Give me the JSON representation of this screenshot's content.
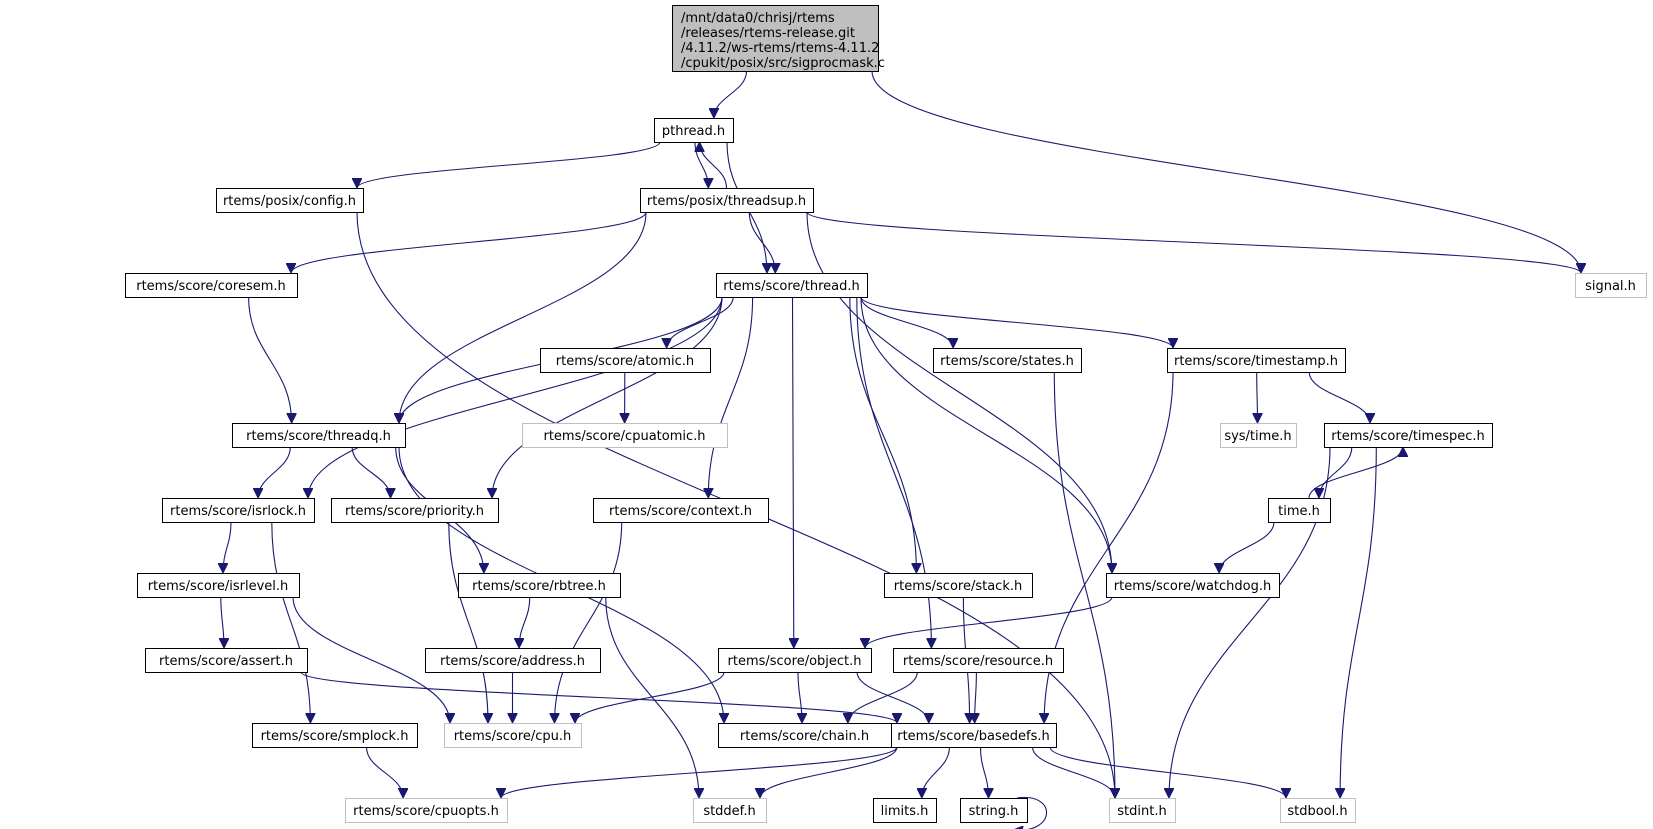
{
  "title": "Include dependency graph for sigprocmask.c",
  "colors": {
    "edge": "#191970",
    "root_fill": "#bfbfbf",
    "node_border": "#000000",
    "external_border": "#bfbfbf"
  },
  "root": {
    "id": "root",
    "lines": [
      "/mnt/data0/chrisj/rtems",
      "/releases/rtems-release.git",
      "/4.11.2/ws-rtems/rtems-4.11.2",
      "/cpukit/posix/src/sigprocmask.c"
    ]
  },
  "nodes": [
    {
      "id": "pthread",
      "label": "pthread.h",
      "external": false
    },
    {
      "id": "posix_config",
      "label": "rtems/posix/config.h",
      "external": false
    },
    {
      "id": "threadsup",
      "label": "rtems/posix/threadsup.h",
      "external": false
    },
    {
      "id": "signal",
      "label": "signal.h",
      "external": true
    },
    {
      "id": "coresem",
      "label": "rtems/score/coresem.h",
      "external": false
    },
    {
      "id": "thread",
      "label": "rtems/score/thread.h",
      "external": false
    },
    {
      "id": "atomic",
      "label": "rtems/score/atomic.h",
      "external": false
    },
    {
      "id": "states",
      "label": "rtems/score/states.h",
      "external": false
    },
    {
      "id": "timestamp",
      "label": "rtems/score/timestamp.h",
      "external": false
    },
    {
      "id": "threadq",
      "label": "rtems/score/threadq.h",
      "external": false
    },
    {
      "id": "cpuatomic",
      "label": "rtems/score/cpuatomic.h",
      "external": true
    },
    {
      "id": "systime",
      "label": "sys/time.h",
      "external": true
    },
    {
      "id": "timespec",
      "label": "rtems/score/timespec.h",
      "external": false
    },
    {
      "id": "isrlock",
      "label": "rtems/score/isrlock.h",
      "external": false
    },
    {
      "id": "priority",
      "label": "rtems/score/priority.h",
      "external": false
    },
    {
      "id": "context",
      "label": "rtems/score/context.h",
      "external": false
    },
    {
      "id": "time",
      "label": "time.h",
      "external": false
    },
    {
      "id": "isrlevel",
      "label": "rtems/score/isrlevel.h",
      "external": false
    },
    {
      "id": "rbtree",
      "label": "rtems/score/rbtree.h",
      "external": false
    },
    {
      "id": "stack",
      "label": "rtems/score/stack.h",
      "external": false
    },
    {
      "id": "watchdog",
      "label": "rtems/score/watchdog.h",
      "external": false
    },
    {
      "id": "assert",
      "label": "rtems/score/assert.h",
      "external": false
    },
    {
      "id": "address",
      "label": "rtems/score/address.h",
      "external": false
    },
    {
      "id": "object",
      "label": "rtems/score/object.h",
      "external": false
    },
    {
      "id": "resource",
      "label": "rtems/score/resource.h",
      "external": false
    },
    {
      "id": "smplock",
      "label": "rtems/score/smplock.h",
      "external": false
    },
    {
      "id": "cpu",
      "label": "rtems/score/cpu.h",
      "external": true
    },
    {
      "id": "chain",
      "label": "rtems/score/chain.h",
      "external": false
    },
    {
      "id": "basedefs",
      "label": "rtems/score/basedefs.h",
      "external": false
    },
    {
      "id": "cpuopts",
      "label": "rtems/score/cpuopts.h",
      "external": true
    },
    {
      "id": "stddef",
      "label": "stddef.h",
      "external": true
    },
    {
      "id": "limits",
      "label": "limits.h",
      "external": false
    },
    {
      "id": "string",
      "label": "string.h",
      "external": false
    },
    {
      "id": "stdint",
      "label": "stdint.h",
      "external": true
    },
    {
      "id": "stdbool",
      "label": "stdbool.h",
      "external": true
    }
  ],
  "edges": [
    [
      "root",
      "pthread"
    ],
    [
      "root",
      "signal"
    ],
    [
      "pthread",
      "posix_config"
    ],
    [
      "pthread",
      "threadsup"
    ],
    [
      "pthread",
      "thread"
    ],
    [
      "threadsup",
      "pthread"
    ],
    [
      "threadsup",
      "signal"
    ],
    [
      "threadsup",
      "coresem"
    ],
    [
      "threadsup",
      "thread"
    ],
    [
      "threadsup",
      "threadq"
    ],
    [
      "threadsup",
      "watchdog"
    ],
    [
      "posix_config",
      "stdint"
    ],
    [
      "coresem",
      "threadq"
    ],
    [
      "thread",
      "atomic"
    ],
    [
      "thread",
      "states"
    ],
    [
      "thread",
      "timestamp"
    ],
    [
      "thread",
      "threadq"
    ],
    [
      "thread",
      "isrlock"
    ],
    [
      "thread",
      "priority"
    ],
    [
      "thread",
      "context"
    ],
    [
      "thread",
      "object"
    ],
    [
      "thread",
      "resource"
    ],
    [
      "thread",
      "stack"
    ],
    [
      "thread",
      "watchdog"
    ],
    [
      "atomic",
      "cpuatomic"
    ],
    [
      "states",
      "stdint"
    ],
    [
      "timestamp",
      "systime"
    ],
    [
      "timestamp",
      "timespec"
    ],
    [
      "timestamp",
      "basedefs"
    ],
    [
      "timespec",
      "time"
    ],
    [
      "timespec",
      "stdint"
    ],
    [
      "timespec",
      "stdbool"
    ],
    [
      "time",
      "timespec"
    ],
    [
      "time",
      "watchdog"
    ],
    [
      "threadq",
      "isrlock"
    ],
    [
      "threadq",
      "priority"
    ],
    [
      "threadq",
      "rbtree"
    ],
    [
      "threadq",
      "chain"
    ],
    [
      "isrlock",
      "isrlevel"
    ],
    [
      "isrlock",
      "smplock"
    ],
    [
      "priority",
      "cpu"
    ],
    [
      "context",
      "cpu"
    ],
    [
      "isrlevel",
      "assert"
    ],
    [
      "isrlevel",
      "cpu"
    ],
    [
      "rbtree",
      "address"
    ],
    [
      "rbtree",
      "stddef"
    ],
    [
      "stack",
      "basedefs"
    ],
    [
      "watchdog",
      "object"
    ],
    [
      "assert",
      "basedefs"
    ],
    [
      "address",
      "cpu"
    ],
    [
      "object",
      "cpu"
    ],
    [
      "object",
      "chain"
    ],
    [
      "object",
      "basedefs"
    ],
    [
      "resource",
      "chain"
    ],
    [
      "resource",
      "basedefs"
    ],
    [
      "smplock",
      "cpuopts"
    ],
    [
      "basedefs",
      "cpuopts"
    ],
    [
      "basedefs",
      "stddef"
    ],
    [
      "basedefs",
      "limits"
    ],
    [
      "basedefs",
      "string"
    ],
    [
      "basedefs",
      "stdint"
    ],
    [
      "basedefs",
      "stdbool"
    ],
    [
      "string",
      "string"
    ]
  ]
}
